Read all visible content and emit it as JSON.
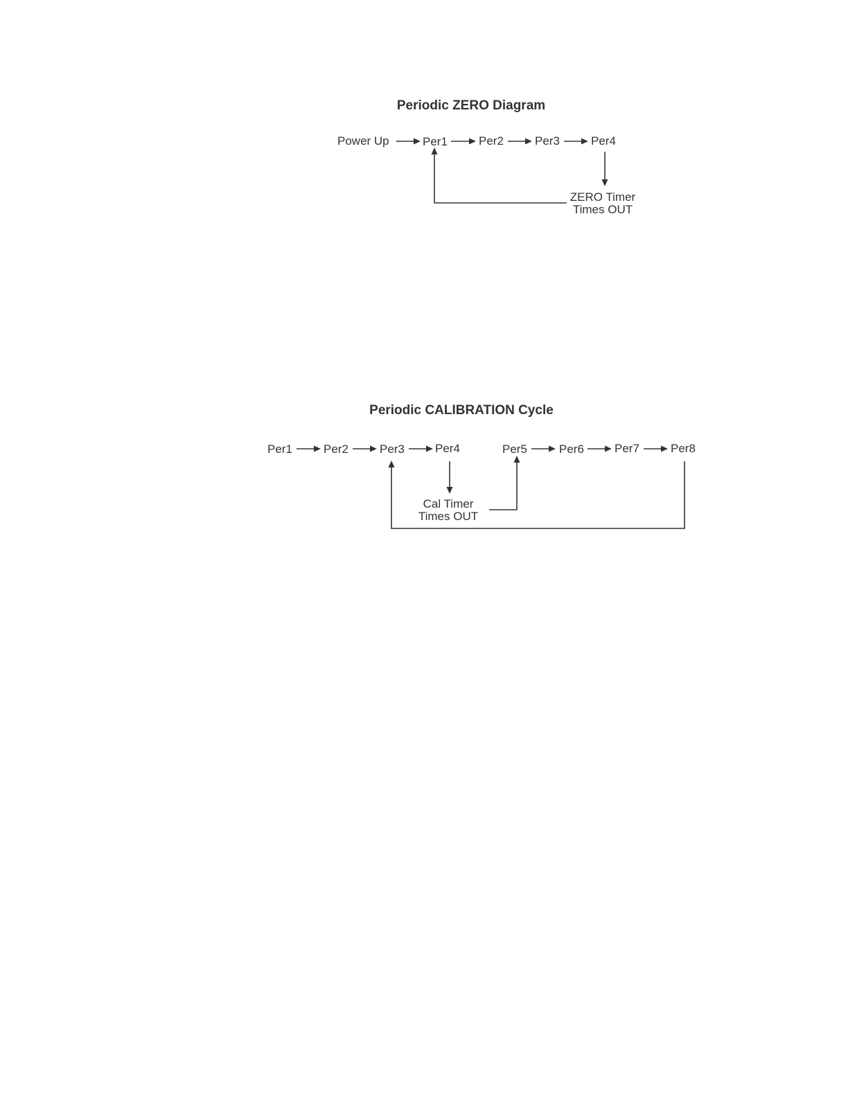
{
  "diagram1": {
    "title": "Periodic ZERO Diagram",
    "nodes": {
      "power_up": "Power Up",
      "per1": "Per1",
      "per2": "Per2",
      "per3": "Per3",
      "per4": "Per4",
      "timer_line1": "ZERO Timer",
      "timer_line2": "Times OUT"
    }
  },
  "diagram2": {
    "title": "Periodic CALIBRATION Cycle",
    "nodes": {
      "per1": "Per1",
      "per2": "Per2",
      "per3": "Per3",
      "per4": "Per4",
      "per5": "Per5",
      "per6": "Per6",
      "per7": "Per7",
      "per8": "Per8",
      "timer_line1": "Cal Timer",
      "timer_line2": "Times OUT"
    }
  }
}
